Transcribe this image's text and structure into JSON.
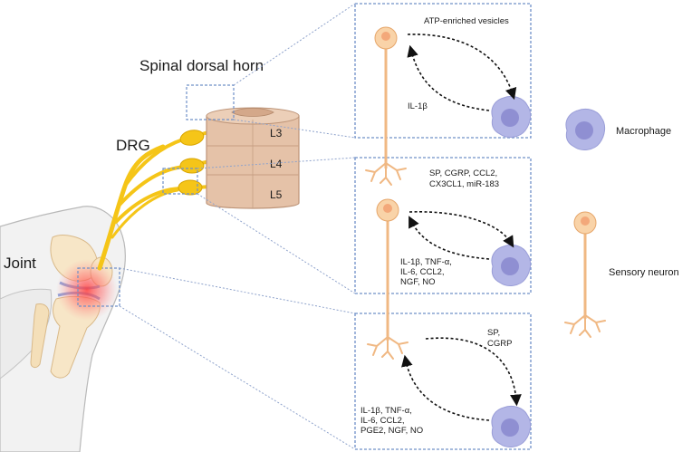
{
  "labels": {
    "joint": "Joint",
    "drg": "DRG",
    "spinal_dorsal_horn": "Spinal dorsal horn",
    "l3": "L3",
    "l4": "L4",
    "l5": "L5"
  },
  "panels": [
    {
      "top_label": [
        "ATP-enriched vesicles"
      ],
      "bottom_label": [
        "IL-1β"
      ]
    },
    {
      "top_label": [
        "SP, CGRP, CCL2,",
        "CX3CL1, miR-183"
      ],
      "bottom_label": [
        "IL-1β, TNF-α,",
        "IL-6, CCL2,",
        "NGF, NO"
      ]
    },
    {
      "top_label": [
        "SP,",
        "CGRP"
      ],
      "bottom_label": [
        "IL-1β, TNF-α,",
        "IL-6, CCL2,",
        "PGE2, NGF, NO"
      ]
    }
  ],
  "legend": {
    "macrophage": "Macrophage",
    "sensory_neuron": "Sensory neuron"
  },
  "colors": {
    "neuron_fill": "#f9d3a8",
    "neuron_stroke": "#e6a66a",
    "nucleus": "#f3a87a",
    "macrophage_outer": "#b3b6e6",
    "macrophage_inner": "#8f8fd2",
    "nerve_yellow": "#f5c518",
    "spinal_cord": "#e2bda3",
    "panel_border": "#6f90c8",
    "inflammation": "#ff4b4b"
  }
}
